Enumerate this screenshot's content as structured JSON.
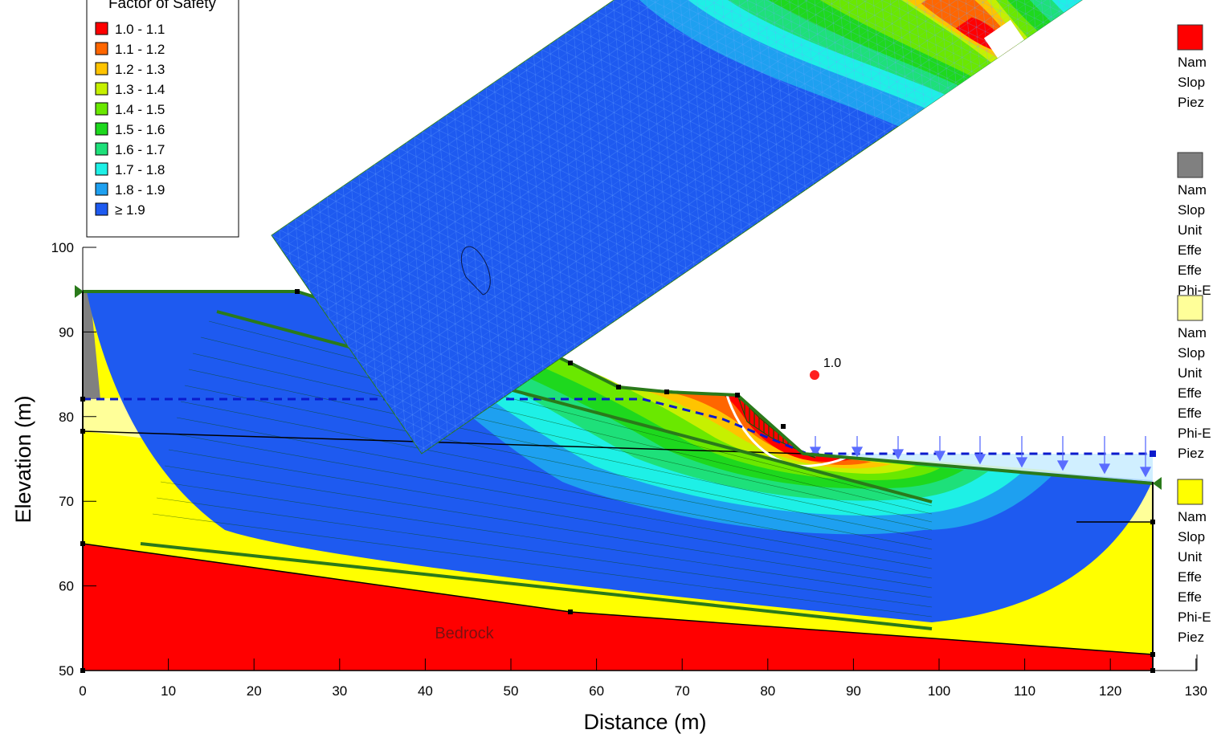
{
  "legend": {
    "title": "Factor of Safety",
    "items": [
      {
        "label": "1.0 - 1.1",
        "color": "#ff0000"
      },
      {
        "label": "1.1 - 1.2",
        "color": "#ff6600"
      },
      {
        "label": "1.2 - 1.3",
        "color": "#ffc400"
      },
      {
        "label": "1.3 - 1.4",
        "color": "#c6f000"
      },
      {
        "label": "1.4 - 1.5",
        "color": "#6ae800"
      },
      {
        "label": "1.5 - 1.6",
        "color": "#1ed81e"
      },
      {
        "label": "1.6 - 1.7",
        "color": "#1ee07a"
      },
      {
        "label": "1.7 - 1.8",
        "color": "#1ef0e6"
      },
      {
        "label": "1.8 - 1.9",
        "color": "#1ea0f0"
      },
      {
        "label": "≥ 1.9",
        "color": "#1e5af0"
      }
    ]
  },
  "axes": {
    "xlabel": "Distance (m)",
    "ylabel": "Elevation (m)",
    "x_ticks": [
      "0",
      "10",
      "20",
      "30",
      "40",
      "50",
      "60",
      "70",
      "80",
      "90",
      "100",
      "110",
      "120",
      "130"
    ],
    "y_ticks": [
      "50",
      "60",
      "70",
      "80",
      "90",
      "100"
    ]
  },
  "labels": {
    "bedrock": "Bedrock",
    "min_fos": "1.0"
  },
  "materials": [
    {
      "color": "#ff0000",
      "lines": [
        "Nam",
        "Slop",
        "Piez"
      ]
    },
    {
      "color": "#808080",
      "lines": [
        "Nam",
        "Slop",
        "Unit",
        "Effe",
        "Effe",
        "Phi-E"
      ]
    },
    {
      "color": "#ffff99",
      "lines": [
        "Nam",
        "Slop",
        "Unit",
        "Effe",
        "Effe",
        "Phi-E",
        "Piez"
      ]
    },
    {
      "color": "#ffff00",
      "lines": [
        "Nam",
        "Slop",
        "Unit",
        "Effe",
        "Effe",
        "Phi-E",
        "Piez"
      ]
    }
  ]
}
